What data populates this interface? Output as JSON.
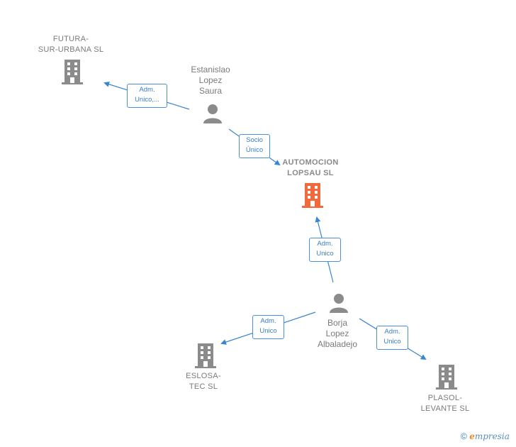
{
  "colors": {
    "edge": "#3a85d2",
    "company_icon": "#8b8b8b",
    "main_company_icon": "#f26a3b",
    "person_icon": "#8b8b8b"
  },
  "nodes": {
    "futura": {
      "label": "FUTURA-\nSUR-URBANA SL"
    },
    "estanislao": {
      "label": "Estanislao\nLopez\nSaura"
    },
    "automocion": {
      "label": "AUTOMOCION\nLOPSAU  SL"
    },
    "borja": {
      "label": "Borja\nLopez\nAlbaladejo"
    },
    "eslosa": {
      "label": "ESLOSA-\nTEC  SL"
    },
    "plasol": {
      "label": "PLASOL-\nLEVANTE  SL"
    }
  },
  "edges": {
    "estanislao_futura": {
      "label": "Adm.\nUnico,..."
    },
    "estanislao_automocion": {
      "label": "Socio\nÚnico"
    },
    "borja_automocion": {
      "label": "Adm.\nUnico"
    },
    "borja_eslosa": {
      "label": "Adm.\nUnico"
    },
    "borja_plasol": {
      "label": "Adm.\nUnico"
    }
  },
  "brand": {
    "copyright": "©",
    "e": "e",
    "rest": "mpresia"
  }
}
